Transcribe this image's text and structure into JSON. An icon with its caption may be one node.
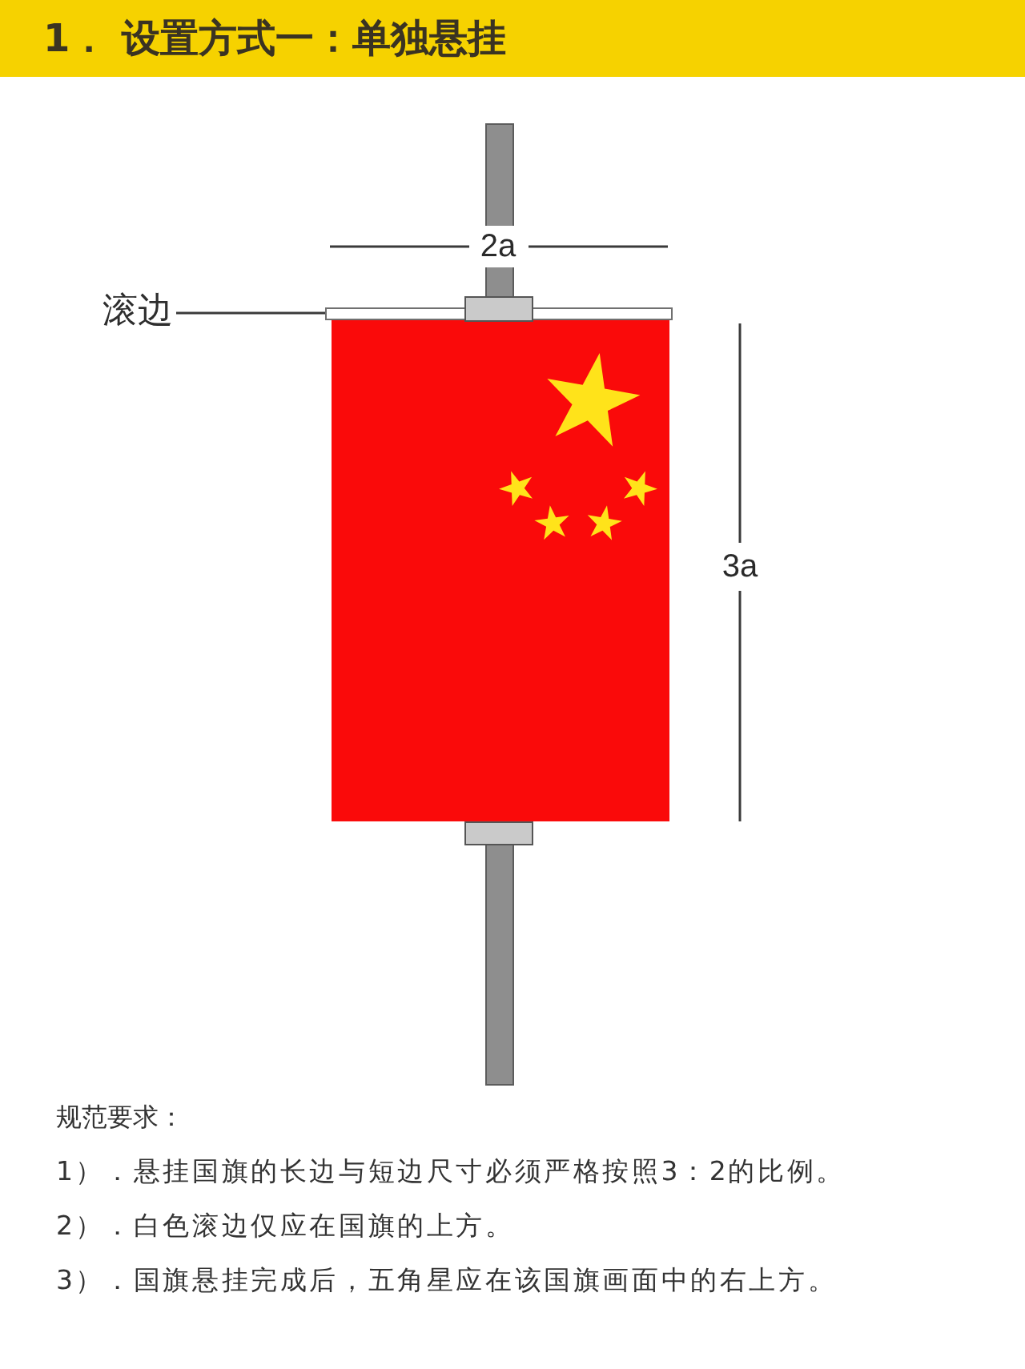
{
  "diagram": {
    "title": "1． 设置方式一：单独悬挂",
    "nodes": [
      {
        "text": [
          "滚边"
        ]
      },
      {
        "text": [],
        "shape": "bar"
      }
    ],
    "edges": [
      {
        "from": 0,
        "to": 1,
        "arrow": "none"
      }
    ],
    "labels": [
      "2a",
      "3a",
      "规范要求：",
      "1）．悬挂国旗的长边与短边尺寸必须严格按照3：2的比例。",
      "2）．白色滚边仅应在国旗的上方。",
      "3）．国旗悬挂完成后，五角星应在该国旗画面中的右上方。"
    ]
  }
}
